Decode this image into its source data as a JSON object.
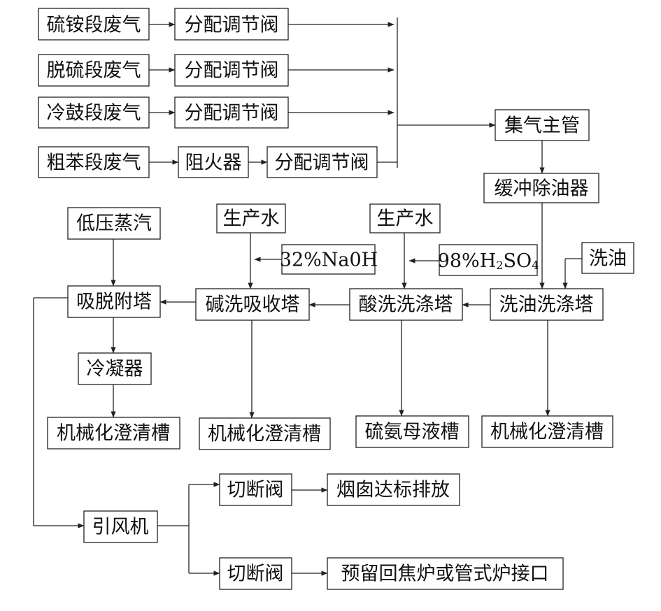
{
  "nodes": {
    "n_liuan": "硫铵段废气",
    "n_tuoliu": "脱硫段废气",
    "n_denggu": "冷鼓段废气",
    "n_cuben": "粗苯段废气",
    "n_valve1": "分配调节阀",
    "n_valve2": "分配调节阀",
    "n_valve3": "分配调节阀",
    "n_flame": "阻火器",
    "n_valve4": "分配调节阀",
    "n_main": "集气主管",
    "n_buffer": "缓冲除油器",
    "n_steam": "低压蒸汽",
    "n_water1": "生产水",
    "n_water2": "生产水",
    "n_naoh": "32%Na0H",
    "n_washoil": "洗油",
    "n_adsorb": "吸脱附塔",
    "n_alkali": "碱洗吸收塔",
    "n_acid": "酸洗洗涤塔",
    "n_oilwash": "洗油洗涤塔",
    "n_cond": "冷凝器",
    "n_clar1": "机械化澄清槽",
    "n_clar2": "机械化澄清槽",
    "n_ammonia": "硫氨母液槽",
    "n_clar3": "机械化澄清槽",
    "n_fan": "引风机",
    "n_cut1": "切断阀",
    "n_cut2": "切断阀",
    "n_chimney": "烟囱达标排放",
    "n_reserve": "预留回焦炉或管式炉接口"
  },
  "acid_label": {
    "pre": "98%H",
    "sub1": "2",
    "mid": "SO",
    "sub2": "4"
  }
}
